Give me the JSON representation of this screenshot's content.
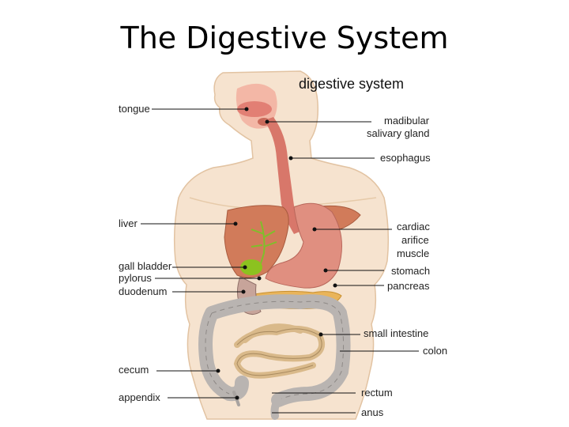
{
  "slide_title": "The Digestive System",
  "figure_title": "digestive system",
  "labels": {
    "tongue": "tongue",
    "madibular_1": "madibular",
    "madibular_2": "salivary gland",
    "esophagus": "esophagus",
    "liver": "liver",
    "cardiac_1": "cardiac",
    "cardiac_2": "arifice",
    "cardiac_3": "muscle",
    "gall_bladder": "gall bladder",
    "pylorus": "pylorus",
    "duodenum": "duodenum",
    "stomach": "stomach",
    "pancreas": "pancreas",
    "small_intestine": "small intestine",
    "colon": "colon",
    "cecum": "cecum",
    "appendix": "appendix",
    "rectum": "rectum",
    "anus": "anus"
  }
}
